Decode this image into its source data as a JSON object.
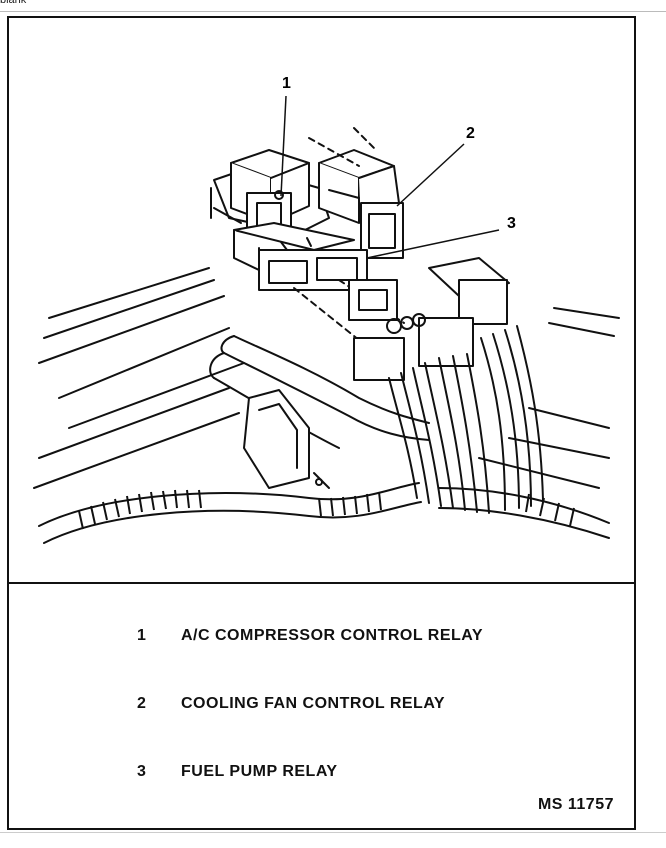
{
  "header": {
    "fragment": "blank"
  },
  "callouts": [
    "1",
    "2",
    "3"
  ],
  "legend": [
    {
      "num": "1",
      "text": "A/C COMPRESSOR CONTROL RELAY"
    },
    {
      "num": "2",
      "text": "COOLING FAN CONTROL RELAY"
    },
    {
      "num": "3",
      "text": "FUEL PUMP RELAY"
    }
  ],
  "figure_code": "MS 11757"
}
